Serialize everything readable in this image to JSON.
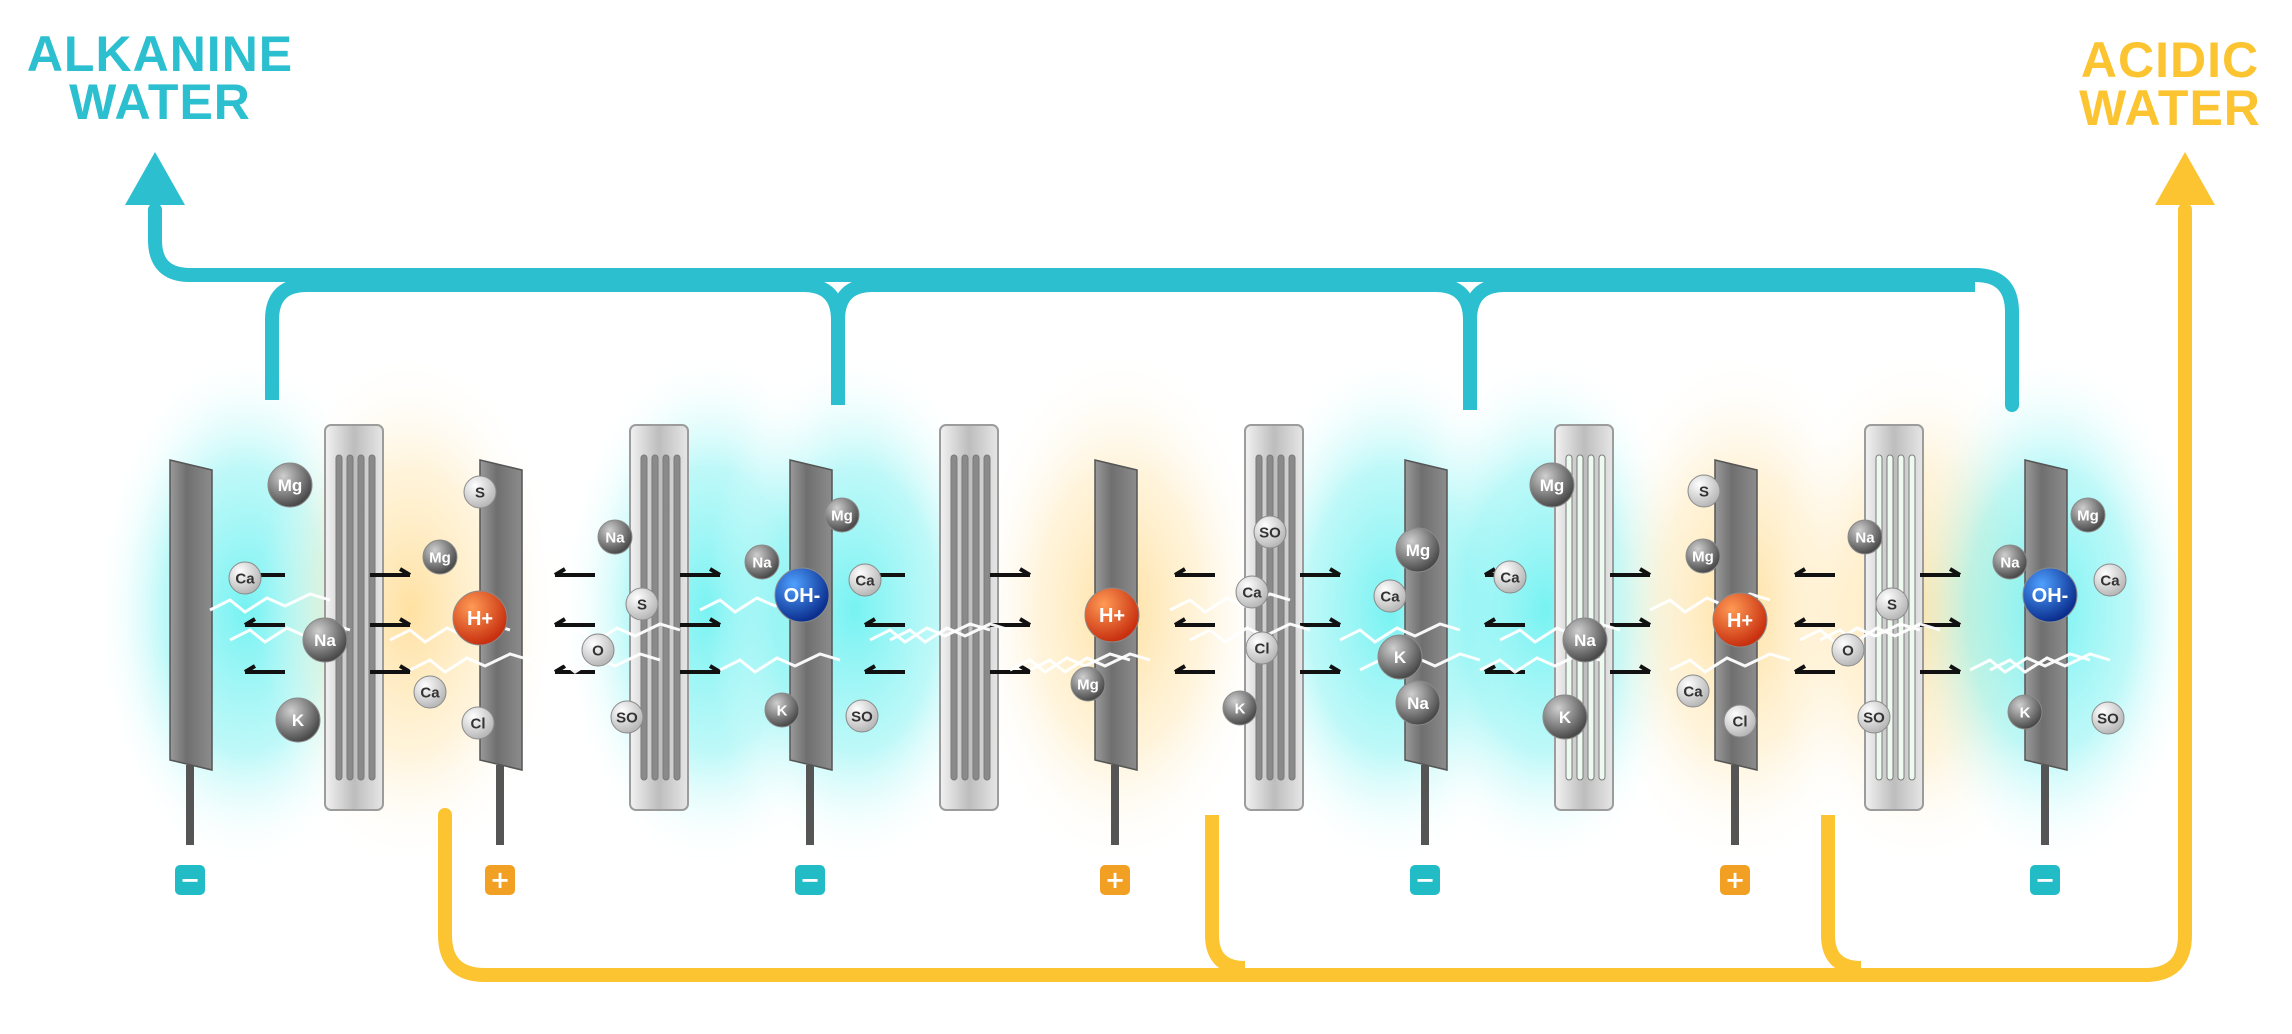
{
  "titles": {
    "alkaline": [
      "ALKANINE",
      "WATER"
    ],
    "acidic": [
      "ACIDIC",
      "WATER"
    ]
  },
  "colors": {
    "alkaline": "#2bbfd0",
    "acidic": "#fbc430",
    "minus_badge": "#22bcc7",
    "plus_badge": "#f2a024",
    "plate": "#7a7a7a",
    "membrane": "#d9d9d9",
    "h_ion": "#e5461d",
    "oh_ion": "#1d5fd0"
  },
  "electrodes": [
    {
      "polarity": "minus",
      "sign": "−"
    },
    {
      "polarity": "plus",
      "sign": "+"
    },
    {
      "polarity": "minus",
      "sign": "−"
    },
    {
      "polarity": "plus",
      "sign": "+"
    },
    {
      "polarity": "minus",
      "sign": "−"
    },
    {
      "polarity": "plus",
      "sign": "+"
    },
    {
      "polarity": "minus",
      "sign": "−"
    }
  ],
  "ions": [
    [
      "Mg",
      "Ca",
      "Na",
      "K"
    ],
    [
      "S",
      "Mg",
      "H+",
      "Ca",
      "Cl"
    ],
    [
      "Na",
      "S",
      "O",
      "SO"
    ],
    [
      "Na",
      "OH-",
      "Mg",
      "Ca",
      "K",
      "SO"
    ],
    [
      "H+",
      "Mg"
    ],
    [
      "SO",
      "Ca",
      "Cl",
      "K"
    ],
    [
      "Mg",
      "Ca",
      "K",
      "Na"
    ],
    [
      "Mg",
      "Ca",
      "Na",
      "K"
    ],
    [
      "S",
      "Mg",
      "H+",
      "Ca",
      "Cl"
    ],
    [
      "Na",
      "S",
      "O",
      "SO"
    ],
    [
      "Na",
      "OH-",
      "Mg",
      "Ca",
      "K",
      "SO"
    ]
  ]
}
